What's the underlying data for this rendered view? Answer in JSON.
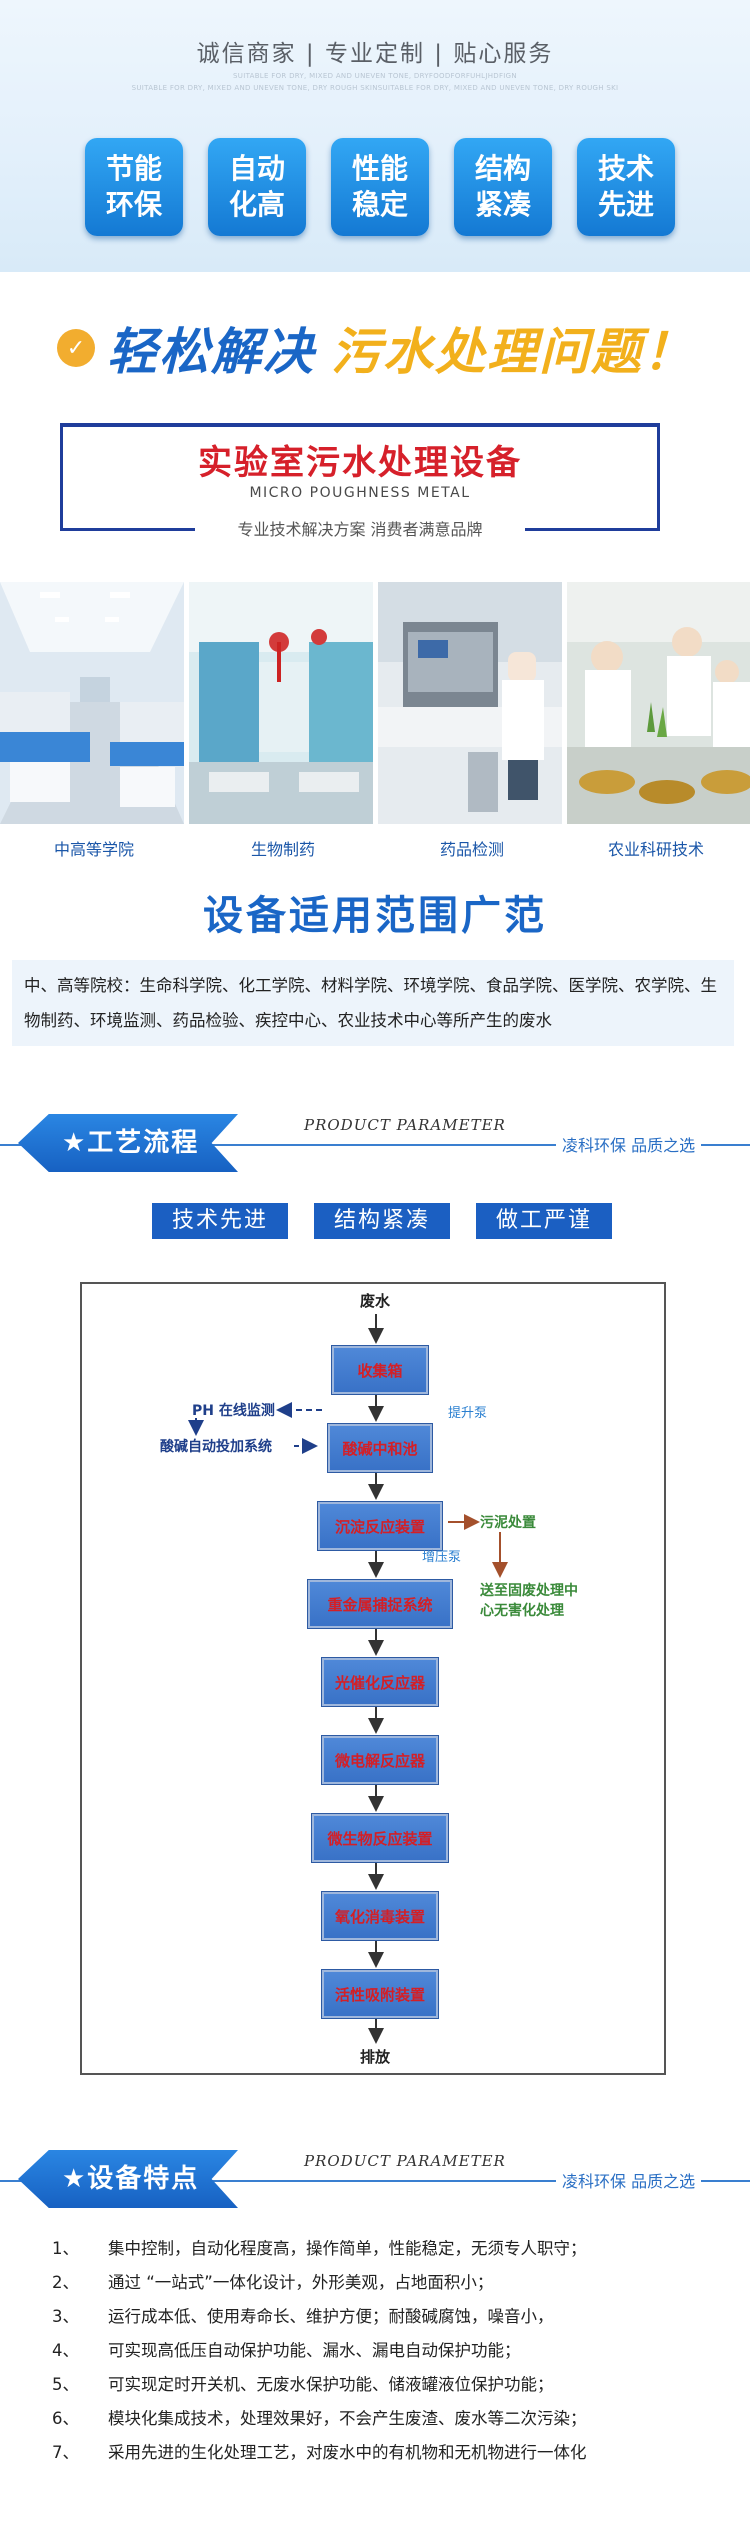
{
  "banner": {
    "slogan": "诚信商家 | 专业定制 | 贴心服务",
    "tiny_line_1": "SUITABLE FOR DRY, MIXED AND UNEVEN TONE, DRYFOODFORFUHLJHDFIGN",
    "tiny_line_2": "SUITABLE FOR DRY, MIXED AND UNEVEN TONE, DRY ROUGH SKINSUITABLE FOR DRY, MIXED AND UNEVEN TONE, DRY ROUGH SKI",
    "tiles": [
      {
        "l1": "节能",
        "l2": "环保"
      },
      {
        "l1": "自动",
        "l2": "化高"
      },
      {
        "l1": "性能",
        "l2": "稳定"
      },
      {
        "l1": "结构",
        "l2": "紧凑"
      },
      {
        "l1": "技术",
        "l2": "先进"
      }
    ]
  },
  "headline": {
    "icon": "✓",
    "part1": "轻松解决",
    "part2": "污水处理问题！"
  },
  "product": {
    "title": "实验室污水处理设备",
    "subtitle": "MICRO POUGHNESS METAL",
    "tagline": "专业技术解决方案    消费者满意品牌"
  },
  "photos": {
    "captions": [
      "中高等学院",
      "生物制药",
      "药品检测",
      "农业科研技术"
    ]
  },
  "scope": {
    "title": "设备适用范围广范",
    "text": "中、高等院校：生命科学院、化工学院、材料学院、环境学院、食品学院、医学院、农学院、生物制药、环境监测、药品检验、疾控中心、农业技术中心等所产生的废水"
  },
  "process_section": {
    "label": "★工艺流程",
    "english": "PRODUCT PARAMETER",
    "right": "凌科环保  品质之选",
    "pills": [
      "技术先进",
      "结构紧凑",
      "做工严谨"
    ]
  },
  "flow": {
    "start": "废水",
    "end": "排放",
    "steps": [
      "收集箱",
      "酸碱中和池",
      "沉淀反应装置",
      "重金属捕捉系统",
      "光催化反应器",
      "微电解反应器",
      "微生物反应装置",
      "氧化消毒装置",
      "活性吸附装置"
    ],
    "ph_monitor": "PH 在线监测",
    "auto_dosing": "酸碱自动投加系统",
    "lift_pump": "提升泵",
    "booster_pump": "增压泵",
    "sludge": "污泥处置",
    "solid_waste": "送至固废处理中",
    "solid_waste_2": "心无害化处理"
  },
  "features_section": {
    "label": "★设备特点",
    "english": "PRODUCT PARAMETER",
    "right": "凌科环保  品质之选",
    "items": [
      {
        "num": "1、",
        "text": "集中控制，自动化程度高，操作简单，性能稳定，无须专人职守；"
      },
      {
        "num": "2、",
        "text": "通过 “一站式”一体化设计，外形美观，占地面积小；"
      },
      {
        "num": "3、",
        "text": "运行成本低、使用寿命长、维护方便；耐酸碱腐蚀，噪音小，"
      },
      {
        "num": "4、",
        "text": "可实现高低压自动保护功能、漏水、漏电自动保护功能；"
      },
      {
        "num": "5、",
        "text": "可实现定时开关机、无废水保护功能、储液罐液位保护功能；"
      },
      {
        "num": "6、",
        "text": "模块化集成技术，处理效果好，不会产生废渣、废水等二次污染；"
      },
      {
        "num": "7、",
        "text": "采用先进的生化处理工艺，对废水中的有机物和无机物进行一体化"
      }
    ]
  }
}
